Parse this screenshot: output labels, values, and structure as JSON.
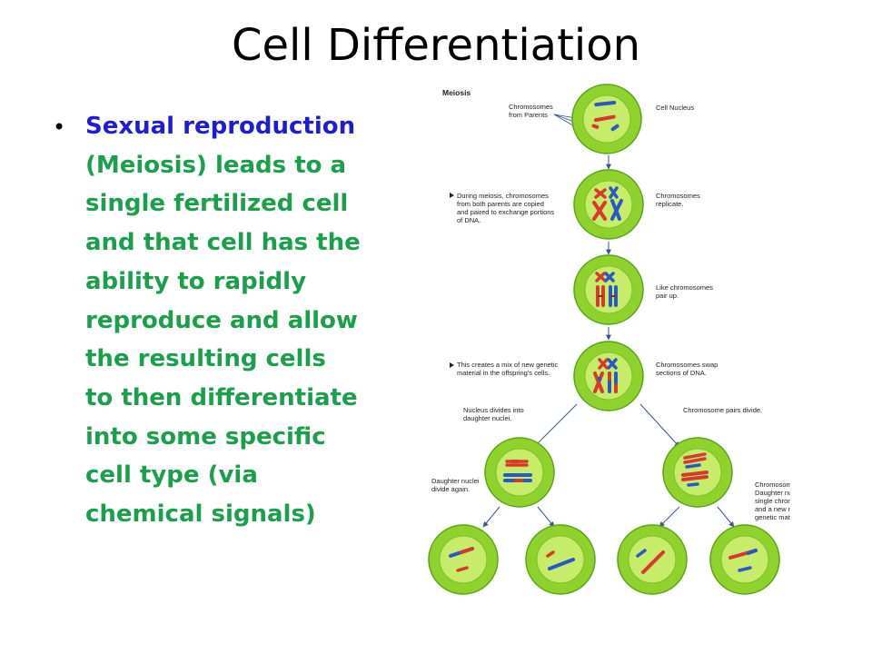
{
  "slide": {
    "title": "Cell Differentiation",
    "bullet_highlight": "Sexual reproduction",
    "bullet_rest": " (Meiosis) leads to a single fertilized cell and that cell has the ability to rapidly reproduce and allow the resulting cells to then differentiate into some specific cell type (via chemical signals)",
    "colors": {
      "highlight": "#1d1dd6",
      "body": "#1aa04a"
    }
  },
  "diagram": {
    "title": "Meiosis",
    "label_chromosomes_parents": [
      "Chromosomes",
      "from Parents"
    ],
    "label_cell_nucleus": "Cell Nucleus",
    "label_during_meiosis": [
      "During meiosis, chromosomes",
      "from both parents are copied",
      "and paired to exchange portions",
      "of DNA."
    ],
    "label_replicate": [
      "Chromosomes",
      "replicate."
    ],
    "label_pair_up": [
      "Like chromosomes",
      "pair up."
    ],
    "label_mix": [
      "This creates a mix of new genetic",
      "material in the offspring's cells."
    ],
    "label_swap": [
      "Chromosomes swap",
      "sections of DNA."
    ],
    "label_nucleus_divides": [
      "Nucleus divides into",
      "daughter nuclei."
    ],
    "label_pairs_divide": "Chromosome pairs divide.",
    "label_daughter_divide": [
      "Daughter nuclei",
      "divide again."
    ],
    "label_chromosomes_divide": [
      "Chromosomes divide.",
      "Daughter nuclei have",
      "single chromosomes",
      "and a new mix of",
      "genetic material."
    ],
    "colors": {
      "cell_outer": "#8fd22e",
      "cell_inner": "#c6ec6a",
      "red": "#d63a2f",
      "blue": "#2b58c8",
      "arrow": "#34558e"
    }
  }
}
